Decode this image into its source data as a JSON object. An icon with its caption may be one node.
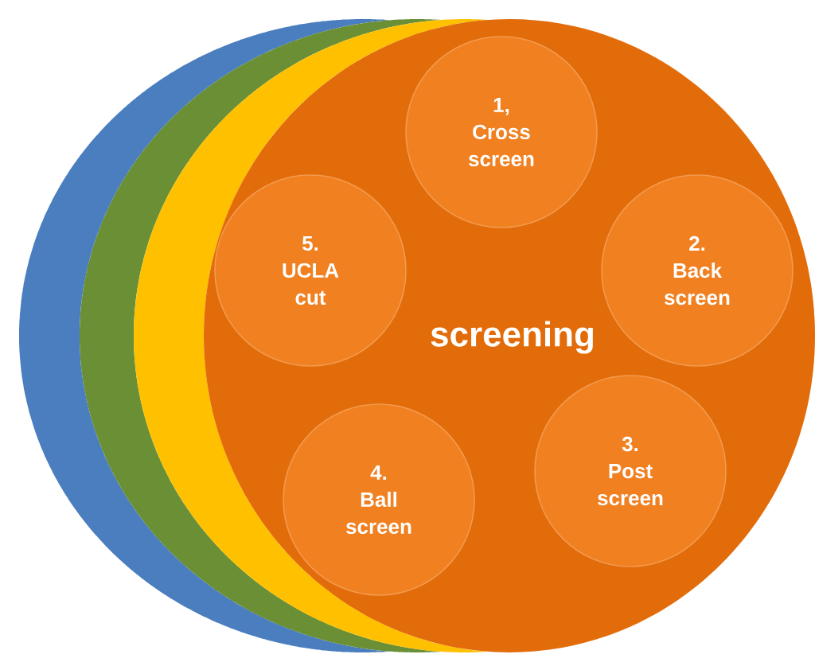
{
  "diagram": {
    "nodes": [
      {
        "text": [],
        "shape": "ellipse"
      },
      {
        "text": [],
        "shape": "ellipse"
      },
      {
        "text": [],
        "shape": "ellipse"
      },
      {
        "text": [
          "screening"
        ]
      },
      {
        "text": [
          "1, Cross screen"
        ],
        "in": 3
      },
      {
        "text": [
          "2. Back screen"
        ],
        "in": 3
      },
      {
        "text": [
          "3. Post screen"
        ],
        "in": 3
      },
      {
        "text": [
          "4. Ball screen"
        ],
        "in": 3
      },
      {
        "text": [
          "5. UCLA cut"
        ],
        "in": 3
      }
    ],
    "edges": []
  }
}
